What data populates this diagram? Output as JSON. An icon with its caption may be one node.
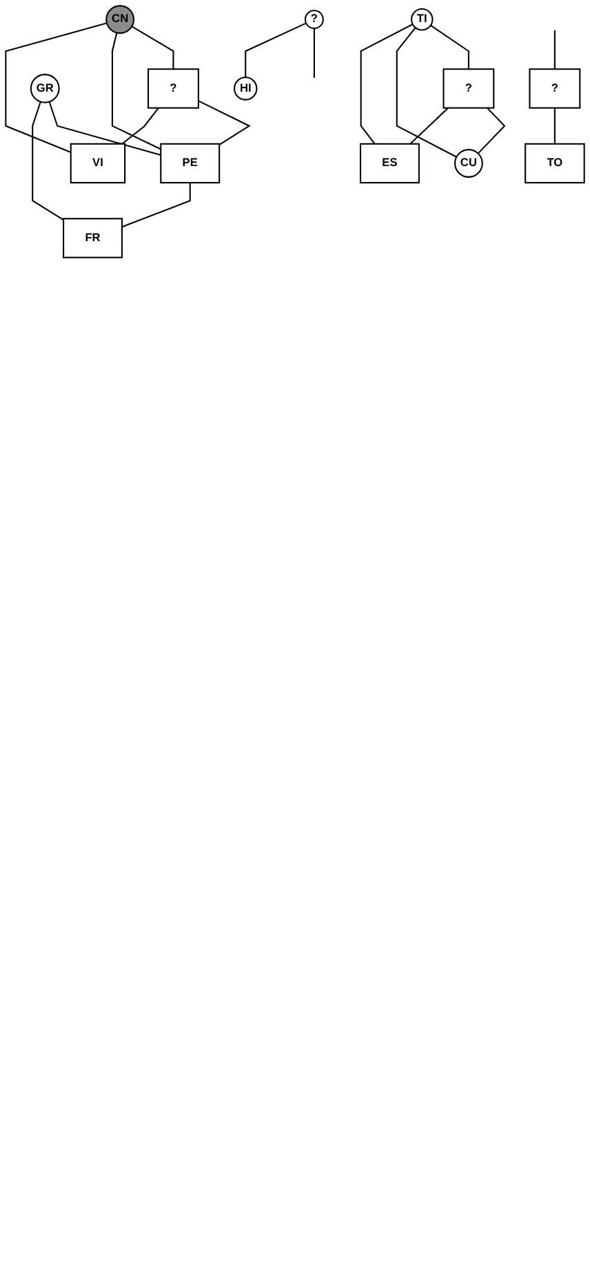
{
  "diagram": {
    "nodes": [
      {
        "text": [
          "CN"
        ]
      },
      {
        "text": [
          "?"
        ]
      },
      {
        "text": [
          "GR"
        ]
      },
      {
        "text": [
          "PE"
        ]
      },
      {
        "text": [
          "VI"
        ]
      },
      {
        "text": [
          "FR"
        ]
      },
      {
        "text": [
          "TI"
        ]
      },
      {
        "text": [
          "?"
        ]
      },
      {
        "text": [
          "CU"
        ]
      },
      {
        "text": [
          "ES"
        ]
      },
      {
        "text": [
          "?"
        ]
      },
      {
        "text": [
          "TO"
        ]
      },
      {
        "text": [
          "?"
        ]
      },
      {
        "text": [
          "HI"
        ]
      }
    ],
    "edges": [
      {
        "from": 0,
        "to": 1,
        "arrow": "none"
      },
      {
        "from": 0,
        "to": 3,
        "arrow": "none"
      },
      {
        "from": 1,
        "to": 3,
        "arrow": "none"
      },
      {
        "from": 0,
        "to": 4,
        "arrow": "none"
      },
      {
        "from": 1,
        "to": 4,
        "arrow": "none"
      },
      {
        "from": 2,
        "to": 3,
        "arrow": "none"
      },
      {
        "from": 2,
        "to": 5,
        "arrow": "none"
      },
      {
        "from": 3,
        "to": 5,
        "arrow": "none"
      },
      {
        "from": 6,
        "to": 7,
        "arrow": "none"
      },
      {
        "from": 6,
        "to": 8,
        "arrow": "none"
      },
      {
        "from": 7,
        "to": 8,
        "arrow": "none"
      },
      {
        "from": 6,
        "to": 9,
        "arrow": "none"
      },
      {
        "from": 7,
        "to": 9,
        "arrow": "none"
      },
      {
        "from": null,
        "to": 10,
        "arrow": "none"
      },
      {
        "from": 10,
        "to": 11,
        "arrow": "none"
      },
      {
        "from": 12,
        "to": null,
        "arrow": "none"
      },
      {
        "from": 12,
        "to": 13,
        "arrow": "none"
      }
    ]
  }
}
